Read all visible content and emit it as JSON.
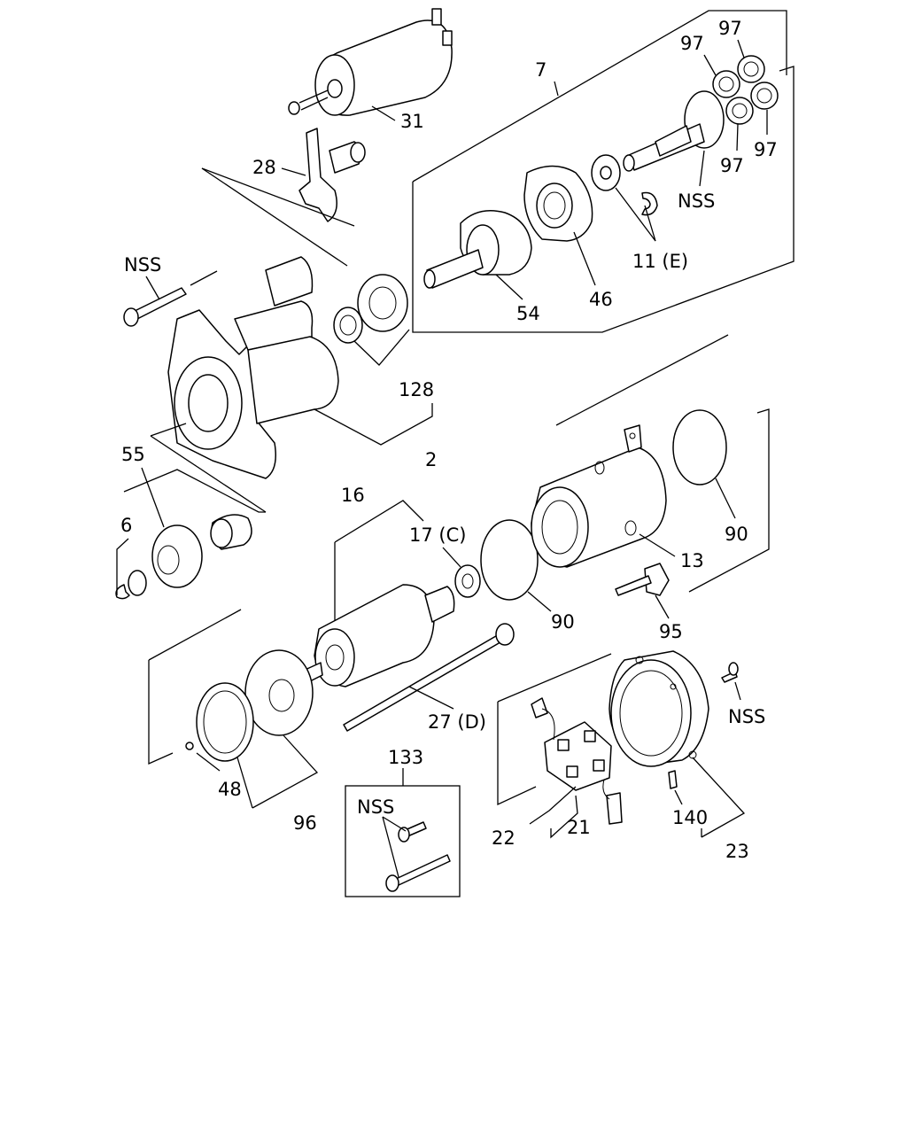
{
  "callouts": [
    {
      "id": "c31",
      "text": "31"
    },
    {
      "id": "c28",
      "text": "28"
    },
    {
      "id": "c7",
      "text": "7"
    },
    {
      "id": "c97a",
      "text": "97"
    },
    {
      "id": "c97b",
      "text": "97"
    },
    {
      "id": "c97c",
      "text": "97"
    },
    {
      "id": "c97d",
      "text": "97"
    },
    {
      "id": "cnss1",
      "text": "NSS"
    },
    {
      "id": "c11",
      "text": "11 (E)"
    },
    {
      "id": "c46",
      "text": "46"
    },
    {
      "id": "c54",
      "text": "54"
    },
    {
      "id": "cnss2",
      "text": "NSS"
    },
    {
      "id": "c128",
      "text": "128"
    },
    {
      "id": "c2",
      "text": "2"
    },
    {
      "id": "c55",
      "text": "55"
    },
    {
      "id": "c6",
      "text": "6"
    },
    {
      "id": "c16",
      "text": "16"
    },
    {
      "id": "c17",
      "text": "17 (C)"
    },
    {
      "id": "c90a",
      "text": "90"
    },
    {
      "id": "c13",
      "text": "13"
    },
    {
      "id": "c90b",
      "text": "90"
    },
    {
      "id": "c95",
      "text": "95"
    },
    {
      "id": "c27",
      "text": "27 (D)"
    },
    {
      "id": "cnss3",
      "text": "NSS"
    },
    {
      "id": "c133",
      "text": "133"
    },
    {
      "id": "c48",
      "text": "48"
    },
    {
      "id": "c96",
      "text": "96"
    },
    {
      "id": "cnss4",
      "text": "NSS"
    },
    {
      "id": "c22",
      "text": "22"
    },
    {
      "id": "c21",
      "text": "21"
    },
    {
      "id": "c140",
      "text": "140"
    },
    {
      "id": "c23",
      "text": "23"
    }
  ]
}
